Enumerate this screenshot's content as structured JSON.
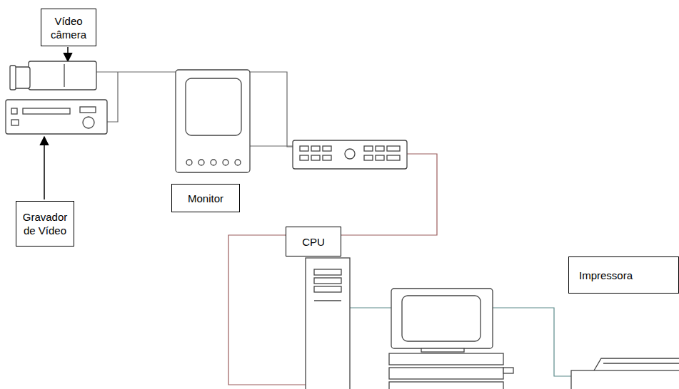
{
  "diagram": {
    "nodes": [
      {
        "text": [
          "Vídeo câmera"
        ]
      },
      {
        "text": [
          "Gravador de Vídeo"
        ]
      },
      {
        "text": [
          "Monitor"
        ]
      },
      {
        "text": [
          "CPU"
        ]
      },
      {
        "text": [
          "Impressora"
        ]
      }
    ]
  }
}
